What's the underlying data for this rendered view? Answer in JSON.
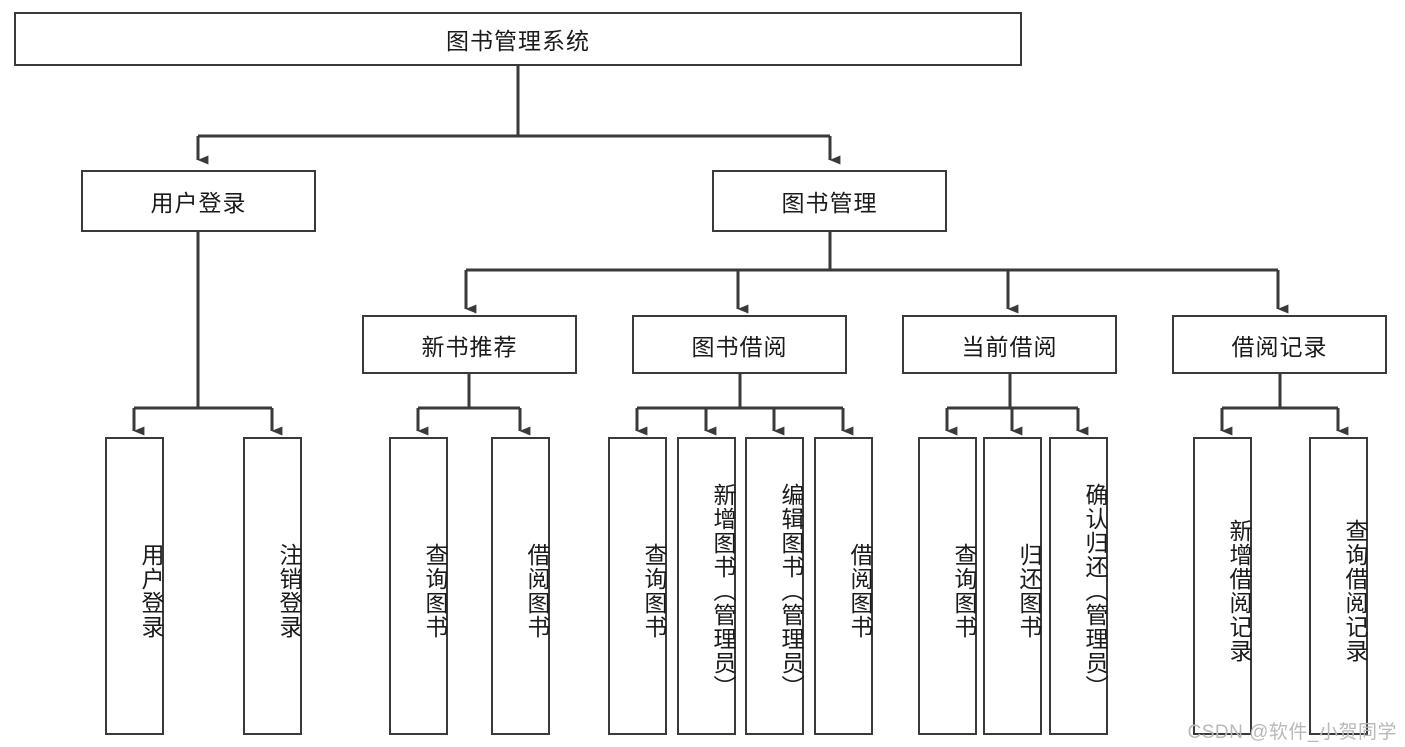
{
  "diagram": {
    "title": "图书管理系统",
    "type": "tree-hierarchy",
    "watermark": "CSDN @软件_小贺同学",
    "colors": {
      "box_border": "#3a3a3a",
      "box_fill": "#ffffff",
      "connector": "#3a3a3a",
      "text": "#1a1a1a",
      "watermark": "#b9b9b9",
      "background": "#ffffff"
    },
    "nodes": {
      "root": {
        "label": "图书管理系统"
      },
      "level2": [
        {
          "id": "user-login",
          "label": "用户登录"
        },
        {
          "id": "book-management",
          "label": "图书管理"
        }
      ],
      "level3": [
        {
          "id": "new-book-recommend",
          "label": "新书推荐"
        },
        {
          "id": "book-borrow",
          "label": "图书借阅"
        },
        {
          "id": "current-borrow",
          "label": "当前借阅"
        },
        {
          "id": "borrow-record",
          "label": "借阅记录"
        }
      ],
      "leaves": {
        "user_login": [
          {
            "id": "leaf-user-login",
            "label": "用户登录"
          },
          {
            "id": "leaf-logout-login",
            "label": "注销登录"
          }
        ],
        "new_book_recommend": [
          {
            "id": "leaf-query-book-1",
            "label": "查询图书"
          },
          {
            "id": "leaf-borrow-book-1",
            "label": "借阅图书"
          }
        ],
        "book_borrow": [
          {
            "id": "leaf-query-book-2",
            "label": "查询图书"
          },
          {
            "id": "leaf-add-book-admin",
            "label": "新增图书（管理员）"
          },
          {
            "id": "leaf-edit-book-admin",
            "label": "编辑图书（管理员）"
          },
          {
            "id": "leaf-borrow-book-2",
            "label": "借阅图书"
          }
        ],
        "current_borrow": [
          {
            "id": "leaf-query-book-3",
            "label": "查询图书"
          },
          {
            "id": "leaf-return-book",
            "label": "归还图书"
          },
          {
            "id": "leaf-confirm-return-admin",
            "label": "确认归还（管理员）"
          }
        ],
        "borrow_record": [
          {
            "id": "leaf-add-borrow-record",
            "label": "新增借阅记录"
          },
          {
            "id": "leaf-query-borrow-record",
            "label": "查询借阅记录"
          }
        ]
      }
    }
  }
}
